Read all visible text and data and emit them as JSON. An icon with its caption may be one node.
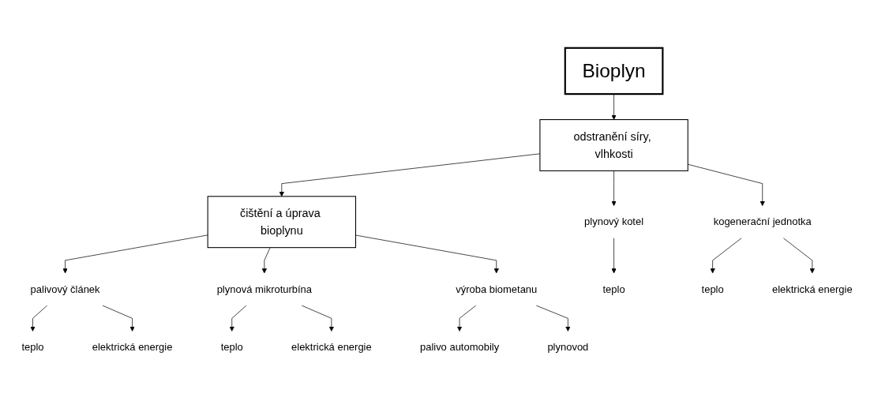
{
  "diagram": {
    "nodes": [
      {
        "text": [
          "Bioplyn"
        ]
      },
      {
        "text": [
          "odstranění síry, vlhkosti"
        ]
      },
      {
        "text": [
          "plynový kotel"
        ]
      },
      {
        "text": [
          "kogenerační jednotka"
        ]
      },
      {
        "text": [
          "čištění a úprava bioplynu"
        ]
      },
      {
        "text": [
          "palivový článek"
        ]
      },
      {
        "text": [
          "plynová mikroturbína"
        ]
      },
      {
        "text": [
          "výroba biometanu"
        ]
      },
      {
        "text": [
          "teplo"
        ]
      },
      {
        "text": [
          "teplo"
        ]
      },
      {
        "text": [
          "elektrická energie"
        ]
      },
      {
        "text": [
          "teplo"
        ]
      },
      {
        "text": [
          "elektrická energie"
        ]
      },
      {
        "text": [
          "teplo"
        ]
      },
      {
        "text": [
          "elektrická energie"
        ]
      },
      {
        "text": [
          "palivo automobily"
        ]
      },
      {
        "text": [
          "plynovod"
        ]
      }
    ],
    "edges": [
      {
        "from": 0,
        "to": 1,
        "arrow": "to"
      },
      {
        "from": 1,
        "to": 2,
        "arrow": "to"
      },
      {
        "from": 1,
        "to": 3,
        "arrow": "to"
      },
      {
        "from": 1,
        "to": 4,
        "arrow": "to"
      },
      {
        "from": 4,
        "to": 5,
        "arrow": "to"
      },
      {
        "from": 4,
        "to": 6,
        "arrow": "to"
      },
      {
        "from": 4,
        "to": 7,
        "arrow": "to"
      },
      {
        "from": 2,
        "to": 8,
        "arrow": "to"
      },
      {
        "from": 3,
        "to": 9,
        "arrow": "to"
      },
      {
        "from": 3,
        "to": 10,
        "arrow": "to"
      },
      {
        "from": 5,
        "to": 11,
        "arrow": "to"
      },
      {
        "from": 5,
        "to": 12,
        "arrow": "to"
      },
      {
        "from": 6,
        "to": 13,
        "arrow": "to"
      },
      {
        "from": 6,
        "to": 14,
        "arrow": "to"
      },
      {
        "from": 7,
        "to": 15,
        "arrow": "to"
      },
      {
        "from": 7,
        "to": 16,
        "arrow": "to"
      }
    ]
  }
}
